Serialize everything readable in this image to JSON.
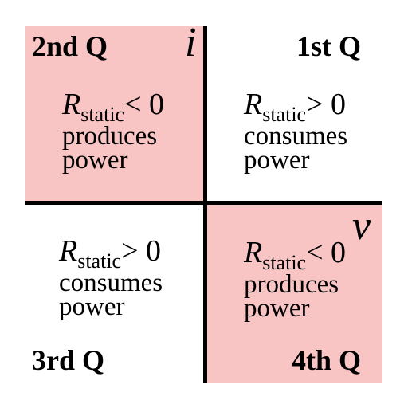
{
  "axes": {
    "current": "i",
    "voltage": "v"
  },
  "quadrants": {
    "q1": {
      "label": "1st Q",
      "r_symbol": "R",
      "subscript": "static",
      "relation": "> 0",
      "line1": "consumes",
      "line2": "power",
      "shaded": false
    },
    "q2": {
      "label": "2nd Q",
      "r_symbol": "R",
      "subscript": "static",
      "relation": "< 0",
      "line1": "produces",
      "line2": "power",
      "shaded": true
    },
    "q3": {
      "label": "3rd Q",
      "r_symbol": "R",
      "subscript": "static",
      "relation": "> 0",
      "line1": "consumes",
      "line2": "power",
      "shaded": false
    },
    "q4": {
      "label": "4th Q",
      "r_symbol": "R",
      "subscript": "static",
      "relation": "< 0",
      "line1": "produces",
      "line2": "power",
      "shaded": true
    }
  },
  "colors": {
    "shade": "#f9c4c4",
    "axis": "#000000",
    "background": "#ffffff"
  }
}
